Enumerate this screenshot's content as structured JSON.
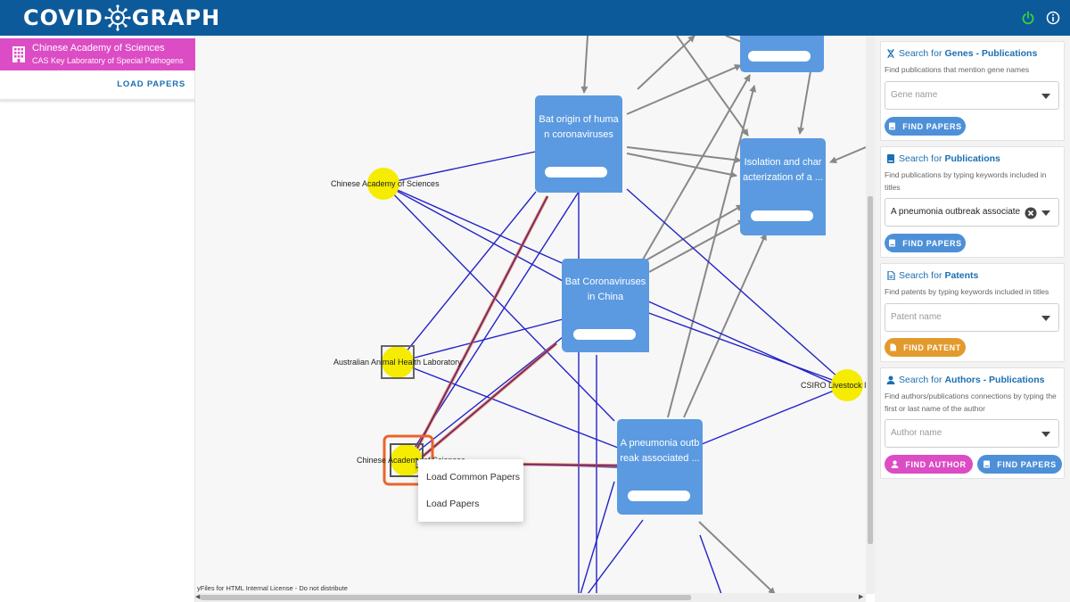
{
  "header": {
    "logo_left": "COVID",
    "logo_right": "GRAPH",
    "icons": [
      "power-icon",
      "info-icon"
    ]
  },
  "left_panel": {
    "org": {
      "name": "Chinese Academy of Sciences",
      "sub": "CAS Key Laboratory of Special Pathogens",
      "icon": "building-icon"
    },
    "load_papers": "LOAD PAPERS"
  },
  "graph": {
    "papers": [
      {
        "title": "Bat origin of huma\nn coronaviruses"
      },
      {
        "title": "Bat Coronaviruses\nin China"
      },
      {
        "title": "Isolation and char\nacterization of a ..."
      },
      {
        "title": "A pneumonia outb\nreak associated ..."
      }
    ],
    "institutions": [
      {
        "name": "Chinese Academy of Sciences"
      },
      {
        "name": "Australian Animal Health Laboratory"
      },
      {
        "name": "Chinese Academy of Sciences"
      },
      {
        "name": "CSIRO Livestock In"
      }
    ],
    "context_menu": [
      "Load Common Papers",
      "Load Papers"
    ],
    "license": "yFiles for HTML Internal License - Do not distribute",
    "colors": {
      "paper": "#5b9ae0",
      "institution": "#f5ec00",
      "edge_affil": "#2323c8",
      "edge_cite": "#888888",
      "highlight": "#d4541e"
    }
  },
  "right_panel": {
    "genes": {
      "title_prefix": "Search for",
      "title_bold": "Genes - Publications",
      "desc": "Find publications that mention gene names",
      "placeholder": "Gene name",
      "button": "FIND PAPERS",
      "icon": "dna-icon"
    },
    "publications": {
      "title_prefix": "Search for",
      "title_bold": "Publications",
      "desc": "Find publications by typing keywords included in titles",
      "value": "A pneumonia outbreak associate",
      "button": "FIND PAPERS",
      "icon": "book-icon"
    },
    "patents": {
      "title_prefix": "Search for",
      "title_bold": "Patents",
      "desc": "Find patents by typing keywords included in titles",
      "placeholder": "Patent name",
      "button": "FIND PATENT",
      "icon": "document-icon"
    },
    "authors": {
      "title_prefix": "Search for",
      "title_bold": "Authors - Publications",
      "desc": "Find authors/publications connections by typing the first or last name of the author",
      "placeholder": "Author name",
      "button_author": "FIND AUTHOR",
      "button_papers": "FIND PAPERS",
      "icon": "person-icon"
    }
  }
}
